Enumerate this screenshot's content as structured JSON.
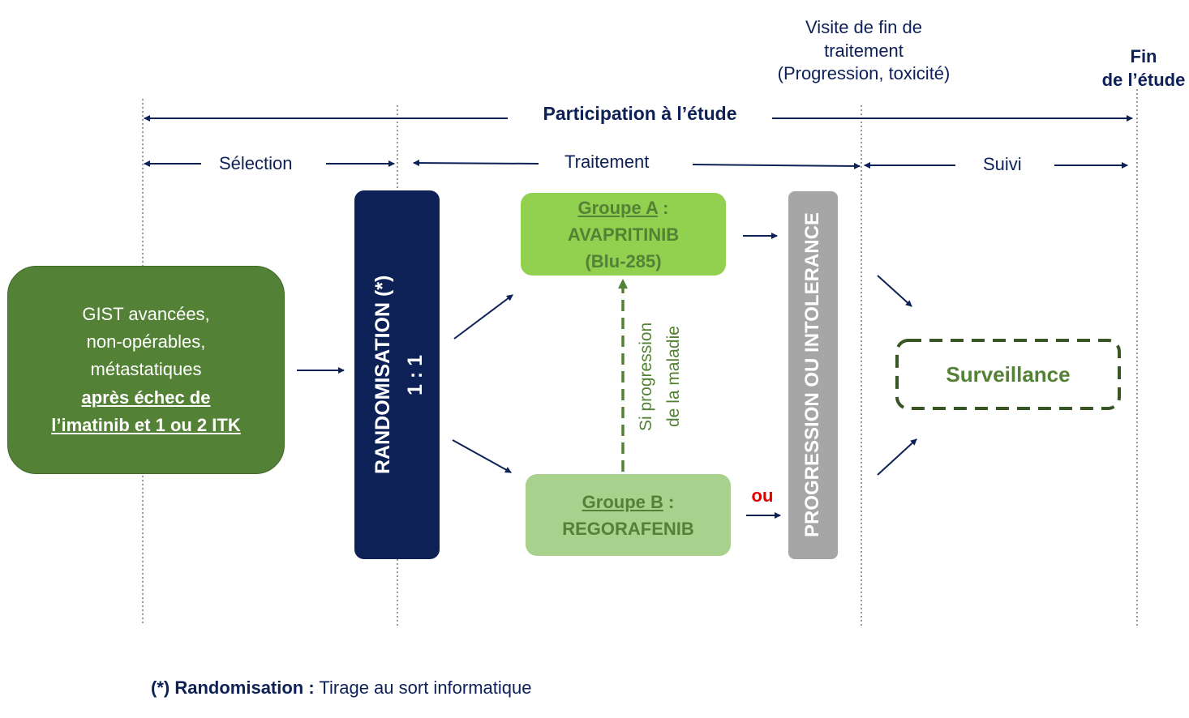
{
  "header": {
    "end_treatment_visit": [
      "Visite de fin de",
      "traitement",
      "(Progression, toxicité)"
    ],
    "end_study": [
      "Fin",
      "de l’étude"
    ],
    "participation": "Participation à l’étude"
  },
  "phases": {
    "selection": "Sélection",
    "treatment": "Traitement",
    "followup": "Suivi"
  },
  "population": {
    "lines": [
      "GIST avancées,",
      "non-opérables,",
      "métastatiques"
    ],
    "underlined_lines": [
      "après échec de",
      "l’imatinib et 1 ou 2 ITK"
    ]
  },
  "randomisation": {
    "title": "RANDOMISATION (*)",
    "ratio": "1 : 1"
  },
  "group_a": {
    "title": "Groupe A",
    "colon": " :",
    "drug": "AVAPRITINIB",
    "code": "(Blu-285)"
  },
  "group_b": {
    "title": "Groupe B",
    "colon": " :",
    "drug": "REGORAFENIB"
  },
  "crossover": {
    "lines": [
      "Si progression",
      "de la maladie"
    ]
  },
  "or_label": "ou",
  "progression": "PROGRESSION OU INTOLERANCE",
  "surveillance": "Surveillance",
  "footnote": {
    "marker": "(*)",
    "term": "Randomisation :",
    "definition": " Tirage au sort informatique"
  },
  "colors": {
    "navy": "#0d2156",
    "dark_green": "#538135",
    "green_a": "#92d050",
    "green_b": "#a9d18e",
    "grey": "#a6a6a6",
    "red": "#e00000"
  }
}
